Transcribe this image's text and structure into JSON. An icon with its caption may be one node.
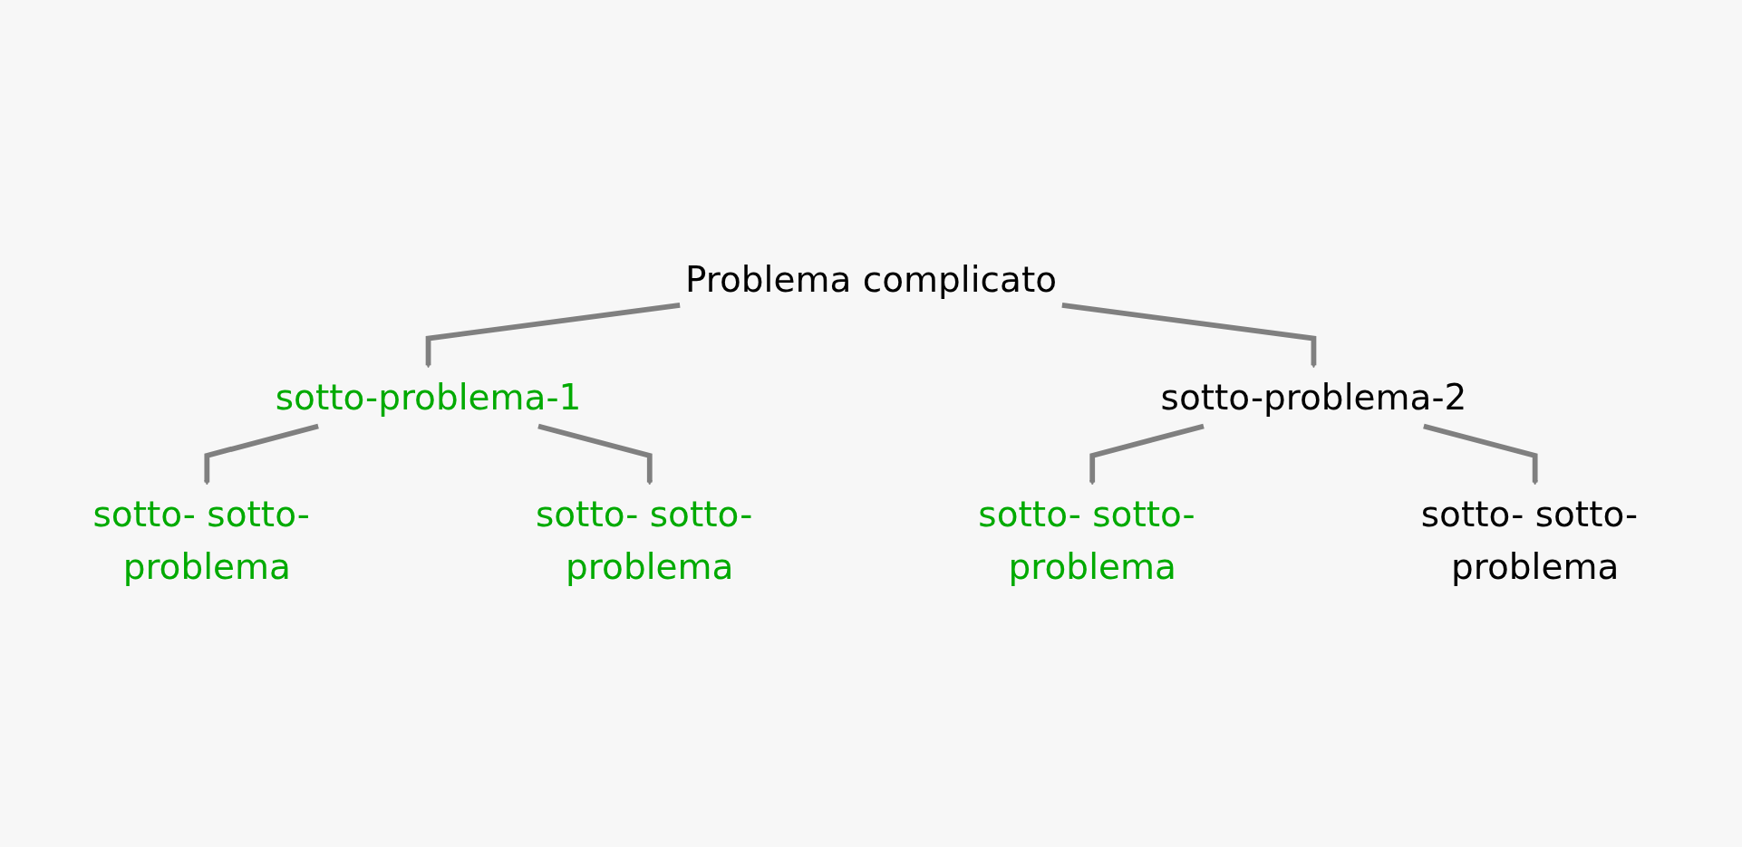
{
  "diagram": {
    "nodes": [
      {
        "text": [
          "Problema complicato"
        ]
      },
      {
        "text": [
          "sotto-problema-1"
        ]
      },
      {
        "text": [
          "sotto-problema-2"
        ]
      },
      {
        "text": [
          "sotto- sotto- problema"
        ]
      },
      {
        "text": [
          "sotto- sotto- problema"
        ]
      },
      {
        "text": [
          "sotto- sotto- problema"
        ]
      },
      {
        "text": [
          "sotto- sotto- problema"
        ]
      }
    ],
    "edges": [
      {
        "from": 0,
        "to": 1,
        "arrow": "to"
      },
      {
        "from": 0,
        "to": 2,
        "arrow": "to"
      },
      {
        "from": 1,
        "to": 3,
        "arrow": "to"
      },
      {
        "from": 1,
        "to": 4,
        "arrow": "to"
      },
      {
        "from": 2,
        "to": 5,
        "arrow": "to"
      },
      {
        "from": 2,
        "to": 6,
        "arrow": "to"
      }
    ]
  }
}
